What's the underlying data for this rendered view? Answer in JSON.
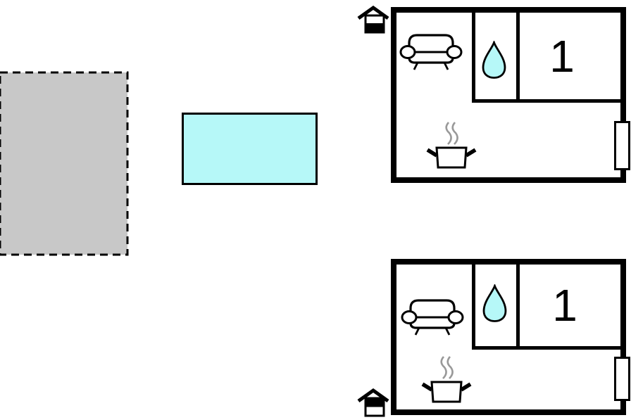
{
  "page": {
    "type": "vacation-home-floor-plan",
    "background": "#ffffff"
  },
  "colors": {
    "outline": "#000000",
    "water_fill": "#b6f8f8",
    "pool_fill": "#b6f8f8",
    "terrace_fill": "#c8c8c8",
    "steam": "#999999"
  },
  "site_objects": {
    "terrace": {
      "name": "terrace-area",
      "shape": "dashed-rectangle",
      "fill": "#c8c8c8"
    },
    "pool": {
      "name": "pool-area",
      "shape": "rectangle",
      "fill": "#b6f8f8"
    }
  },
  "floorplans": [
    {
      "id": "unit-top",
      "bedroom_label": "1",
      "rooms": [
        "living-kitchen",
        "bathroom",
        "bedroom-1"
      ],
      "icons": [
        "entrance",
        "sofa",
        "water-drop",
        "cooking-pot",
        "window"
      ]
    },
    {
      "id": "unit-bottom",
      "bedroom_label": "1",
      "rooms": [
        "living-kitchen",
        "bathroom",
        "bedroom-1"
      ],
      "icons": [
        "entrance",
        "sofa",
        "water-drop",
        "cooking-pot",
        "window"
      ]
    }
  ]
}
